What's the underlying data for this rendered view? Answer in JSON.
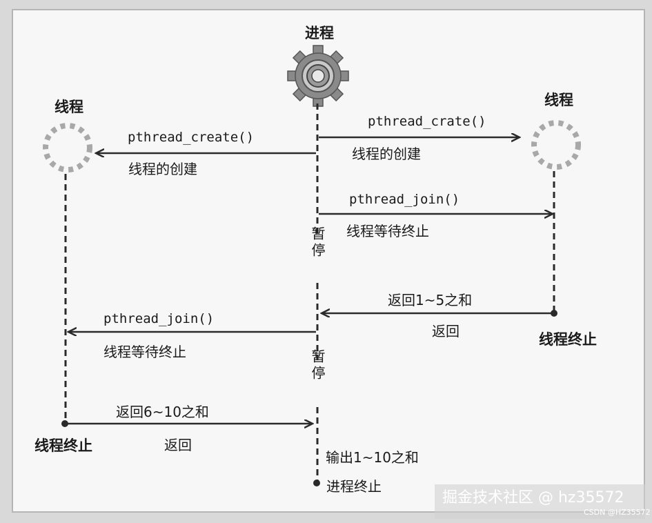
{
  "process": {
    "title": "进程",
    "pause_1": "暂停",
    "pause_2": "暂停",
    "output": "输出1~10之和",
    "end": "进程终止"
  },
  "thread_left": {
    "title": "线程",
    "create_call": "pthread_create()",
    "create_label": "线程的创建",
    "join_call": "pthread_join()",
    "join_label": "线程等待终止",
    "return_value": "返回6~10之和",
    "return_label": "返回",
    "end": "线程终止"
  },
  "thread_right": {
    "title": "线程",
    "create_call": "pthread_crate()",
    "create_label": "线程的创建",
    "join_call": "pthread_join()",
    "join_label": "线程等待终止",
    "return_value": "返回1~5之和",
    "return_label": "返回",
    "end": "线程终止"
  },
  "watermark": {
    "main": "掘金技术社区 @ hz35572",
    "small": "CSDN @HZ35572"
  },
  "colors": {
    "background": "#d9d9d9",
    "paper": "#f7f7f7",
    "line": "#2a2a2a",
    "gear": "#8a8a8a",
    "thread_circle": "#a8a8a8"
  }
}
